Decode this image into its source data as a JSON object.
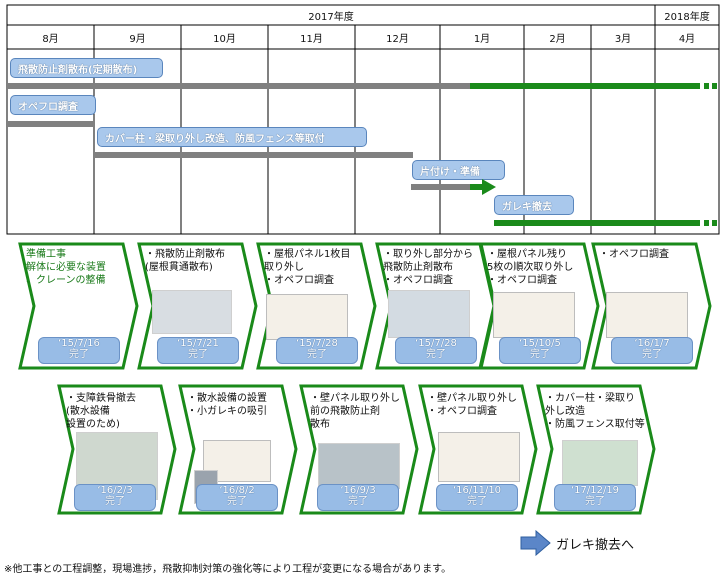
{
  "header": {
    "year_2017": "2017年度",
    "year_2018": "2018年度",
    "months": [
      "8月",
      "9月",
      "10月",
      "11月",
      "12月",
      "1月",
      "2月",
      "3月",
      "4月"
    ]
  },
  "tasks": {
    "spray": "飛散防止剤散布(定期散布)",
    "operation": "オペフロ調査",
    "cover": "カバー柱・梁取り外し改造、防風フェンス等取付",
    "cleanup": "片付け・準備",
    "rubble": "ガレキ撤去"
  },
  "steps_row1": [
    {
      "text": "準備工事\n  解体に必要な装置\n  、クレーンの整備",
      "date": "‘15/7/16",
      "status": "完了"
    },
    {
      "text": "・飛散防止剤散布\n  (屋根貫通散布)",
      "date": "‘15/7/21",
      "status": "完了"
    },
    {
      "text": "・屋根パネル1枚目\n  取り外し\n・オペフロ調査",
      "date": "‘15/7/28",
      "status": "完了"
    },
    {
      "text": "・取り外し部分から\n  飛散防止剤散布\n・オペフロ調査",
      "date": "‘15/7/28",
      "status": "完了"
    },
    {
      "text": "・屋根パネル残り\n  5枚の順次取り外し\n・オペフロ調査",
      "date": "‘15/10/5",
      "status": "完了"
    },
    {
      "text": "・オペフロ調査",
      "date": "‘16/1/7",
      "status": "完了"
    }
  ],
  "steps_row2": [
    {
      "text": "・支障鉄骨撤去\n(散水設備\n  設置のため)",
      "date": "‘16/2/3",
      "status": "完了"
    },
    {
      "text": "・散水設備の設置\n・小ガレキの吸引",
      "date": "‘16/8/2",
      "status": "完了"
    },
    {
      "text": "・壁パネル取り外し\n前の飛散防止剤\n散布",
      "date": "‘16/9/3",
      "status": "完了"
    },
    {
      "text": "・壁パネル取り外し\n・オペフロ調査",
      "date": "‘16/11/10",
      "status": "完了"
    },
    {
      "text": "・カバー柱・梁取り\n  外し改造\n・防風フェンス取付等",
      "date": "‘17/12/19",
      "status": "完了"
    }
  ],
  "next_label": "ガレキ撤去へ",
  "footnote": "※他工事との工程調整，現場進捗，飛散抑制対策の強化等により工程が変更になる場合があります。",
  "colors": {
    "green": "#1a8a1a",
    "gray": "#808080",
    "task_fill": "#a9c8ec",
    "badge_fill": "#98bce6"
  }
}
